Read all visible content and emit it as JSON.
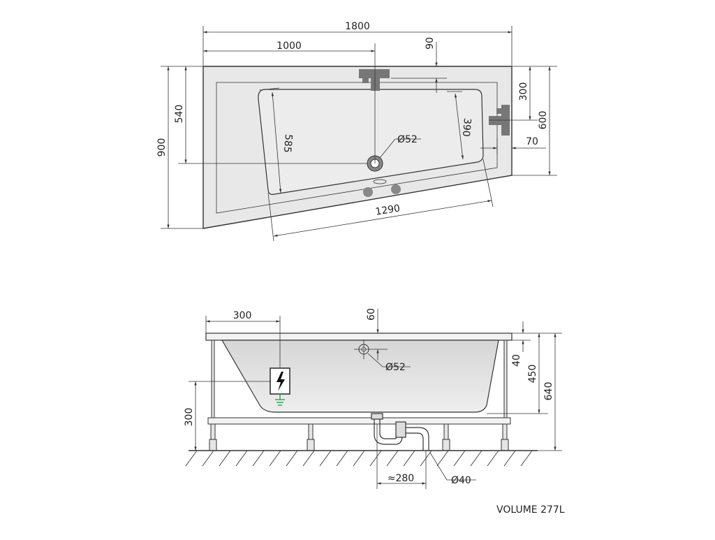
{
  "top_view": {
    "dim_overall_width": "1800",
    "dim_overall_height": "900",
    "dim_short_side": "600",
    "dim_tap_offset": "1000",
    "dim_tap_depth": "90",
    "dim_drain_from_top": "540",
    "dim_inner_length": "585",
    "dim_inner_width": "390",
    "dim_side_tap": "300",
    "dim_side_tap_inset": "70",
    "dim_drain_dia": "Ø52",
    "dim_slope_length": "1290"
  },
  "side_view": {
    "dim_socket_offset": "300",
    "dim_overflow_depth": "60",
    "dim_overflow_dia": "Ø52",
    "dim_socket_height": "300",
    "dim_rim": "40",
    "dim_depth": "450",
    "dim_total_height": "640",
    "dim_trap_offset": "≈280",
    "dim_waste_dia": "Ø40"
  },
  "footer": {
    "volume_label": "VOLUME 277L"
  },
  "colors": {
    "line": "#333333",
    "tub_fill": "#e6e6e6",
    "panel_fill": "#f2f2f2",
    "ground_symbol": "#2aa84a"
  }
}
